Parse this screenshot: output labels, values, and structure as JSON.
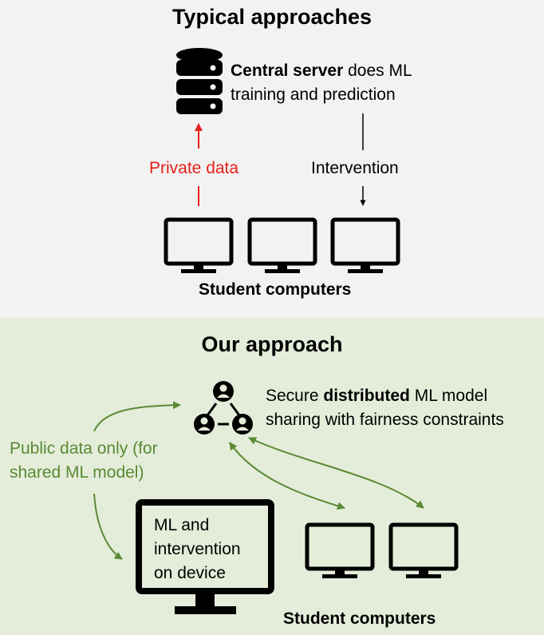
{
  "top": {
    "title": "Typical approaches",
    "server_text": {
      "bold": "Central server",
      "rest1": " does ML",
      "line2": "training and prediction"
    },
    "private_label": "Private data",
    "intervention_label": "Intervention",
    "students_label": "Student computers"
  },
  "bottom": {
    "title": "Our approach",
    "secure_text": {
      "pre": "Secure ",
      "bold": "distributed",
      "post": " ML model",
      "line2": "sharing with fairness constraints"
    },
    "public_label": {
      "line1": "Public data only (for",
      "line2": "shared ML model)"
    },
    "device_text": {
      "line1": "ML and",
      "line2": "intervention",
      "line3": "on device"
    },
    "students_label": "Student computers"
  },
  "colors": {
    "red": "#e8201b",
    "green": "#5a8a34",
    "top_bg": "#f2f2f2",
    "bottom_bg": "#e4edda"
  }
}
